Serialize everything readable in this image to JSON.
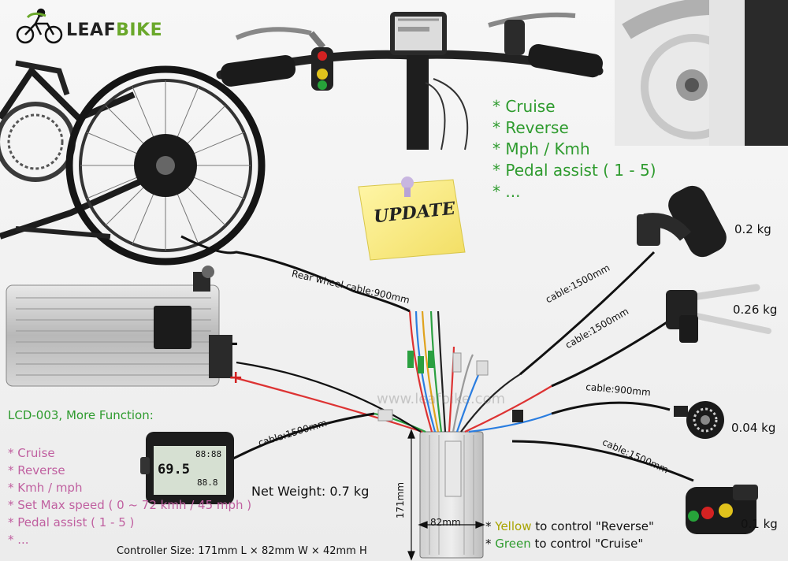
{
  "brand": {
    "name_dark": "LEAF",
    "name_accent": "BIKE",
    "accent_color": "#6aa82b"
  },
  "features_top": {
    "items": [
      "* Cruise",
      "* Reverse",
      "* Mph / Kmh",
      "* Pedal assist ( 1 - 5)",
      "* ..."
    ],
    "color": "#2e9b2e"
  },
  "update_note": {
    "text": "UPDATE"
  },
  "cables": {
    "rear_wheel": "Rear wheel cable:900mm",
    "throttle": "cable:1500mm",
    "brake": "cable:1500mm",
    "pas": "cable:900mm",
    "switch": "cable:1500mm",
    "display": "cable:1500mm"
  },
  "weights": {
    "throttle": "0.2 kg",
    "brake": "0.26 kg",
    "pas": "0.04 kg",
    "switch": "0.1 kg"
  },
  "battery": {
    "minus": "-",
    "plus": "+"
  },
  "lcd_section": {
    "title": "LCD-003, More Function:",
    "items": [
      "* Cruise",
      "* Reverse",
      "* Kmh / mph",
      "* Set Max speed ( 0 ~ 72 kmh / 45 mph )",
      "* Pedal assist ( 1 - 5 )",
      "* ..."
    ],
    "color": "#c060a0",
    "screen": {
      "speed": "69.5",
      "odo": "88:88",
      "trip": "88.8"
    }
  },
  "net_weight": "Net Weight: 0.7 kg",
  "watermark": "www.leafbike.com",
  "controller": {
    "height_label": "171mm",
    "width_label": "82mm",
    "size_text": "Controller Size: 171mm L × 82mm W × 42mm H"
  },
  "switch_notes": {
    "line1": {
      "prefix": "* ",
      "color_word": "Yellow",
      "rest": " to control \"Reverse\""
    },
    "line2": {
      "prefix": "* ",
      "color_word": "Green",
      "rest": " to control \"Cruise\""
    }
  }
}
